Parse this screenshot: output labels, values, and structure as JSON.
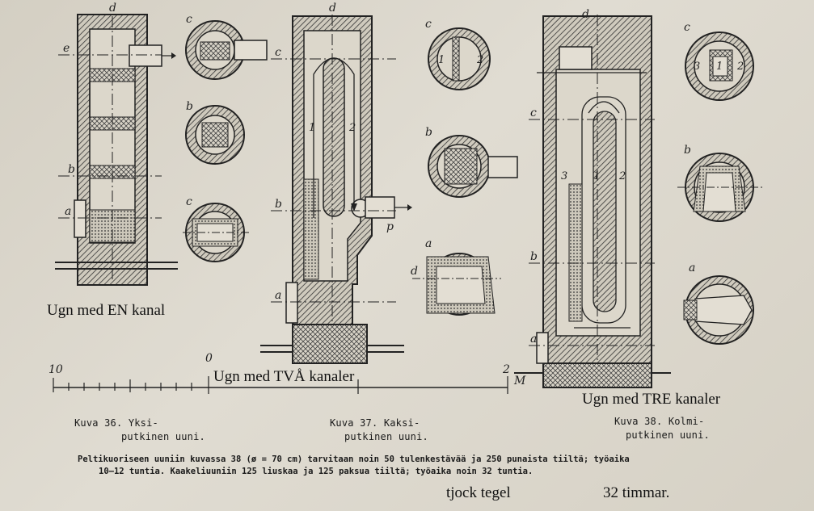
{
  "annotations": {
    "one_channel": "Ugn med EN kanal",
    "two_channels": "Ugn med TVÅ kanaler",
    "three_channels": "Ugn med TRE kanaler",
    "thick_brick": "tjock tegel",
    "hours": "32 timmar."
  },
  "captions": {
    "fig36": {
      "line1": "Kuva 36.  Yksi-",
      "line2": "putkinen uuni."
    },
    "fig37": {
      "line1": "Kuva 37.  Kaksi-",
      "line2": "putkinen uuni."
    },
    "fig38": {
      "line1": "Kuva 38.  Kolmi-",
      "line2": "putkinen uuni."
    }
  },
  "body_text": {
    "line1": "Peltikuoriseen uuniin kuvassa 38 (ø = 70 cm) tarvitaan noin 50 tulenkestävää ja 250 punaista tiiltä; työaika",
    "line2": "10—12 tuntia.  Kaakeliuuniin 125 liuskaa ja 125 paksua tiiltä; työaika noin 32 tuntia."
  },
  "scale": {
    "left": "10",
    "zero": "0",
    "right": "2",
    "unit": "M"
  },
  "section_letters": {
    "a": "a",
    "b": "b",
    "c": "c",
    "d": "d",
    "e": "e",
    "p": "p"
  },
  "channel_numbers": {
    "n1": "1",
    "n2": "2",
    "n3": "3"
  }
}
